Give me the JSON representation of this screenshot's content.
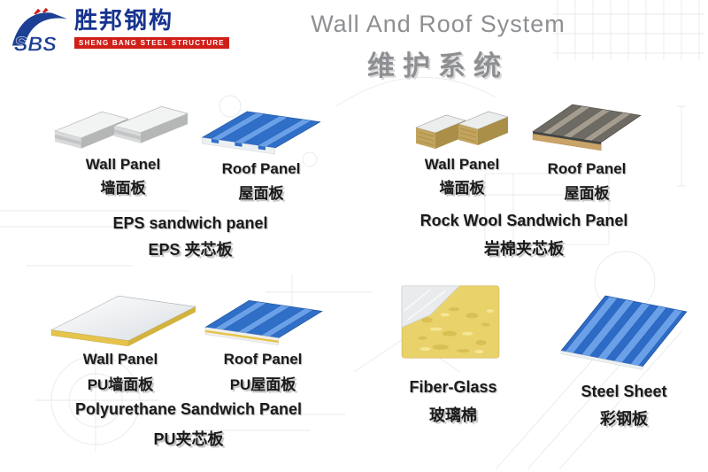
{
  "logo": {
    "abbr": "SBS",
    "name_zh": "胜邦钢构",
    "name_en": "SHENG BANG STEEL STRUCTURE"
  },
  "header": {
    "title_en": "Wall And Roof System",
    "title_zh": "维护系统"
  },
  "groups": {
    "eps": {
      "wall_en": "Wall Panel",
      "wall_zh": "墙面板",
      "roof_en": "Roof Panel",
      "roof_zh": "屋面板",
      "title_en": "EPS sandwich panel",
      "title_zh": "EPS 夹芯板"
    },
    "rockwool": {
      "wall_en": "Wall Panel",
      "wall_zh": "墙面板",
      "roof_en": "Roof Panel",
      "roof_zh": "屋面板",
      "title_en": "Rock Wool Sandwich Panel",
      "title_zh": "岩棉夹芯板"
    },
    "pu": {
      "wall_en": "Wall Panel",
      "wall_zh": "PU墙面板",
      "roof_en": "Roof Panel",
      "roof_zh": "PU屋面板",
      "title_en": "Polyurethane Sandwich Panel",
      "title_zh": "PU夹芯板"
    },
    "fiberglass": {
      "title_en": "Fiber-Glass",
      "title_zh": "玻璃棉"
    },
    "steel": {
      "title_en": "Steel Sheet",
      "title_zh": "彩钢板"
    }
  },
  "colors": {
    "roof_blue": "#2f6fc8",
    "logo_blue": "#16338e",
    "logo_red": "#d01e18",
    "title_gray": "#8d8f92",
    "pu_yellow": "#e6c44c",
    "rockwool_tan": "#c9a367",
    "fiberglass_yellow": "#e9d26a"
  }
}
